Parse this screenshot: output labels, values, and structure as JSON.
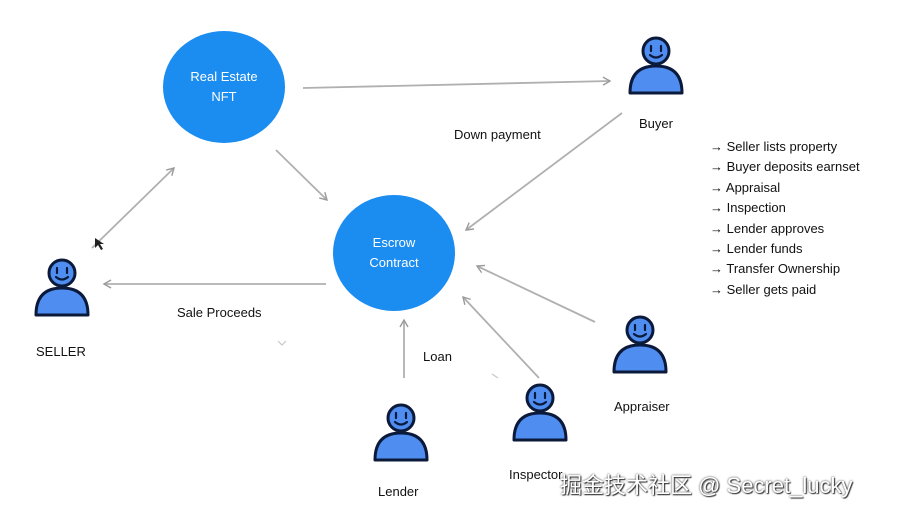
{
  "nodes": {
    "nft": {
      "line1": "Real Estate",
      "line2": "NFT"
    },
    "escrow": {
      "line1": "Escrow",
      "line2": "Contract"
    }
  },
  "actors": {
    "buyer": "Buyer",
    "seller": "SELLER",
    "lender": "Lender",
    "inspector": "Inspector",
    "appraiser": "Appraiser"
  },
  "edge_labels": {
    "down_payment": "Down payment",
    "sale_proceeds": "Sale Proceeds",
    "loan": "Loan"
  },
  "steps": [
    "→ Seller lists property",
    "→ Buyer deposits earnset",
    "→ Appraisal",
    "→ Inspection",
    "→ Lender approves",
    "→ Lender funds",
    "→ Transfer Ownership",
    "→ Seller gets paid"
  ],
  "watermark": "掘金技术社区 @ Secret_lucky",
  "colors": {
    "accent": "#1b8cf0",
    "person": "#4f8ef0",
    "outline": "#0b1a3a",
    "arrow": "#b0b0b0"
  }
}
